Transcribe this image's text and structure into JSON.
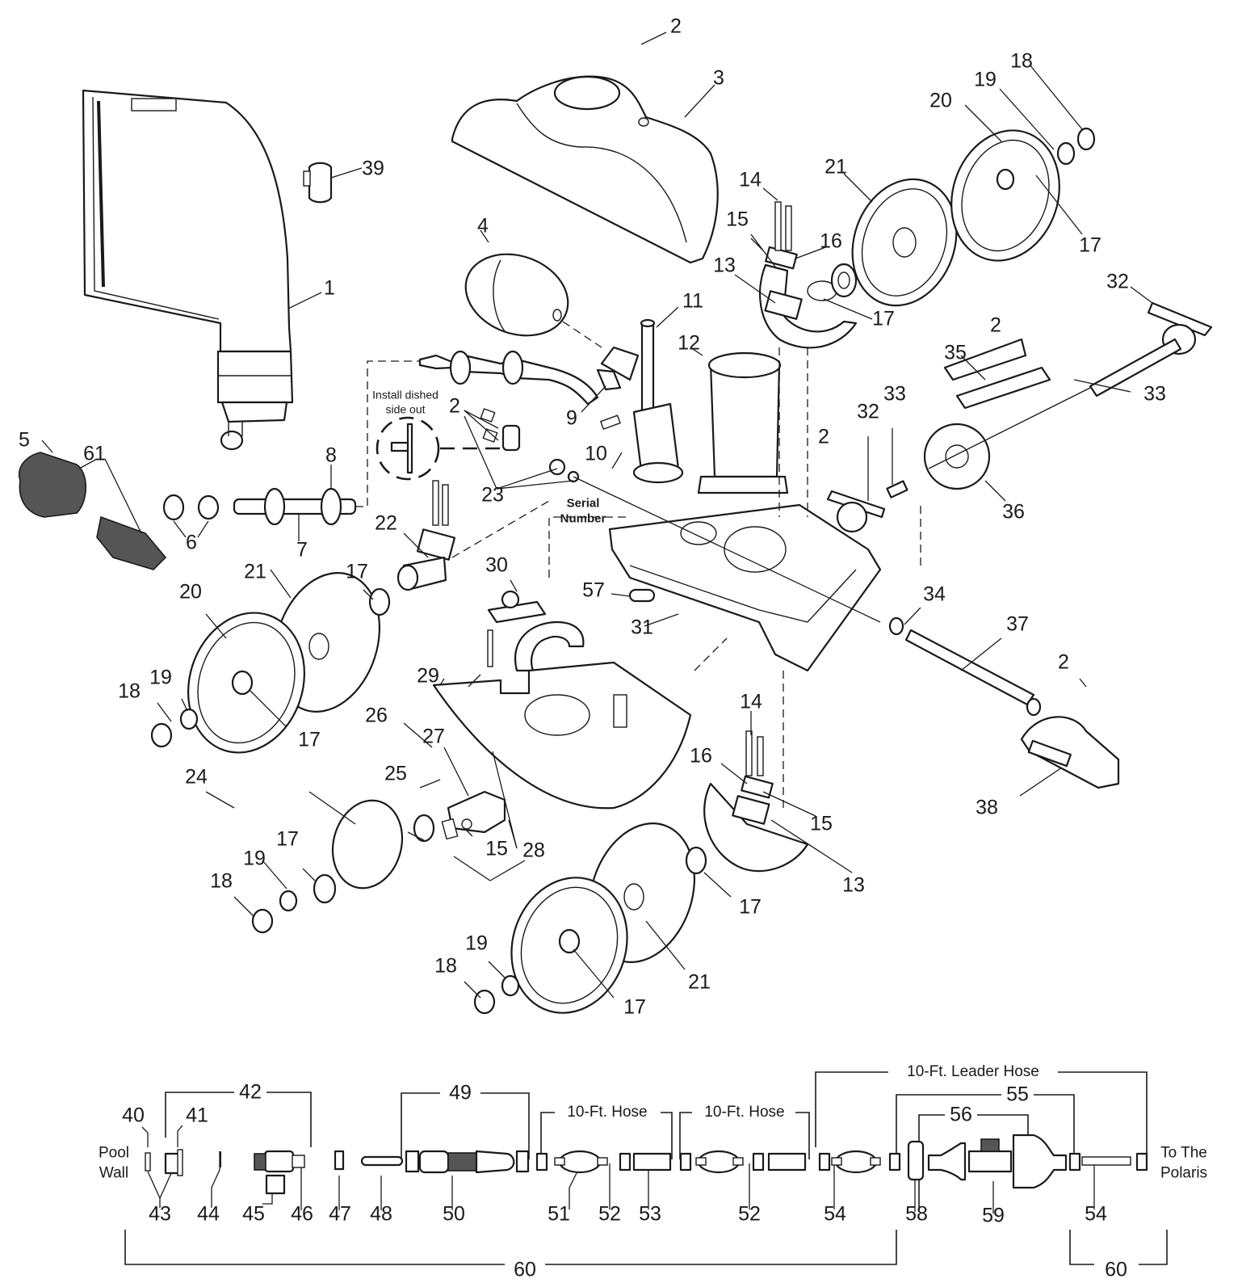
{
  "title": "Pool cleaner exploded parts diagram",
  "notes": {
    "install_dished": "Install dished\nside out",
    "serial_number": "Serial\nNumber"
  },
  "callouts": [
    {
      "id": "c1",
      "part": "1"
    },
    {
      "id": "c2a",
      "part": "2"
    },
    {
      "id": "c2b",
      "part": "2"
    },
    {
      "id": "c2c",
      "part": "2"
    },
    {
      "id": "c2d",
      "part": "2"
    },
    {
      "id": "c2e",
      "part": "2"
    },
    {
      "id": "c3",
      "part": "3"
    },
    {
      "id": "c4",
      "part": "4"
    },
    {
      "id": "c5",
      "part": "5"
    },
    {
      "id": "c6",
      "part": "6"
    },
    {
      "id": "c7",
      "part": "7"
    },
    {
      "id": "c8",
      "part": "8"
    },
    {
      "id": "c9",
      "part": "9"
    },
    {
      "id": "c10",
      "part": "10"
    },
    {
      "id": "c11",
      "part": "11"
    },
    {
      "id": "c12",
      "part": "12"
    },
    {
      "id": "c13a",
      "part": "13"
    },
    {
      "id": "c13b",
      "part": "13"
    },
    {
      "id": "c14a",
      "part": "14"
    },
    {
      "id": "c14b",
      "part": "14"
    },
    {
      "id": "c15a",
      "part": "15"
    },
    {
      "id": "c15b",
      "part": "15"
    },
    {
      "id": "c15c",
      "part": "15"
    },
    {
      "id": "c16a",
      "part": "16"
    },
    {
      "id": "c16b",
      "part": "16"
    },
    {
      "id": "c17a",
      "part": "17"
    },
    {
      "id": "c17b",
      "part": "17"
    },
    {
      "id": "c17c",
      "part": "17"
    },
    {
      "id": "c17d",
      "part": "17"
    },
    {
      "id": "c17e",
      "part": "17"
    },
    {
      "id": "c17f",
      "part": "17"
    },
    {
      "id": "c17g",
      "part": "17"
    },
    {
      "id": "c18a",
      "part": "18"
    },
    {
      "id": "c18b",
      "part": "18"
    },
    {
      "id": "c18c",
      "part": "18"
    },
    {
      "id": "c18d",
      "part": "18"
    },
    {
      "id": "c19a",
      "part": "19"
    },
    {
      "id": "c19b",
      "part": "19"
    },
    {
      "id": "c19c",
      "part": "19"
    },
    {
      "id": "c19d",
      "part": "19"
    },
    {
      "id": "c20a",
      "part": "20"
    },
    {
      "id": "c20b",
      "part": "20"
    },
    {
      "id": "c21a",
      "part": "21"
    },
    {
      "id": "c21b",
      "part": "21"
    },
    {
      "id": "c21c",
      "part": "21"
    },
    {
      "id": "c22",
      "part": "22"
    },
    {
      "id": "c23",
      "part": "23"
    },
    {
      "id": "c24",
      "part": "24"
    },
    {
      "id": "c25",
      "part": "25"
    },
    {
      "id": "c26",
      "part": "26"
    },
    {
      "id": "c27",
      "part": "27"
    },
    {
      "id": "c28",
      "part": "28"
    },
    {
      "id": "c29",
      "part": "29"
    },
    {
      "id": "c30",
      "part": "30"
    },
    {
      "id": "c31",
      "part": "31"
    },
    {
      "id": "c32a",
      "part": "32"
    },
    {
      "id": "c32b",
      "part": "32"
    },
    {
      "id": "c33a",
      "part": "33"
    },
    {
      "id": "c33b",
      "part": "33"
    },
    {
      "id": "c34",
      "part": "34"
    },
    {
      "id": "c35",
      "part": "35"
    },
    {
      "id": "c36",
      "part": "36"
    },
    {
      "id": "c37",
      "part": "37"
    },
    {
      "id": "c38",
      "part": "38"
    },
    {
      "id": "c39",
      "part": "39"
    },
    {
      "id": "c57",
      "part": "57"
    },
    {
      "id": "c61",
      "part": "61"
    }
  ],
  "hose_assembly": {
    "callouts": [
      {
        "id": "h40",
        "part": "40"
      },
      {
        "id": "h41",
        "part": "41"
      },
      {
        "id": "h42",
        "part": "42"
      },
      {
        "id": "h43",
        "part": "43"
      },
      {
        "id": "h44",
        "part": "44"
      },
      {
        "id": "h45",
        "part": "45"
      },
      {
        "id": "h46",
        "part": "46"
      },
      {
        "id": "h47",
        "part": "47"
      },
      {
        "id": "h48",
        "part": "48"
      },
      {
        "id": "h49",
        "part": "49"
      },
      {
        "id": "h50",
        "part": "50"
      },
      {
        "id": "h51",
        "part": "51"
      },
      {
        "id": "h52a",
        "part": "52"
      },
      {
        "id": "h52b",
        "part": "52"
      },
      {
        "id": "h53",
        "part": "53"
      },
      {
        "id": "h54a",
        "part": "54"
      },
      {
        "id": "h54b",
        "part": "54"
      },
      {
        "id": "h55",
        "part": "55"
      },
      {
        "id": "h56",
        "part": "56"
      },
      {
        "id": "h58",
        "part": "58"
      },
      {
        "id": "h59",
        "part": "59"
      },
      {
        "id": "h60a",
        "part": "60"
      },
      {
        "id": "h60b",
        "part": "60"
      }
    ],
    "start_label": "Pool\nWall",
    "end_label": "To The\nPolaris",
    "hose_1_label": "10-Ft. Hose",
    "hose_2_label": "10-Ft. Hose",
    "leader_hose_label": "10-Ft. Leader Hose"
  }
}
